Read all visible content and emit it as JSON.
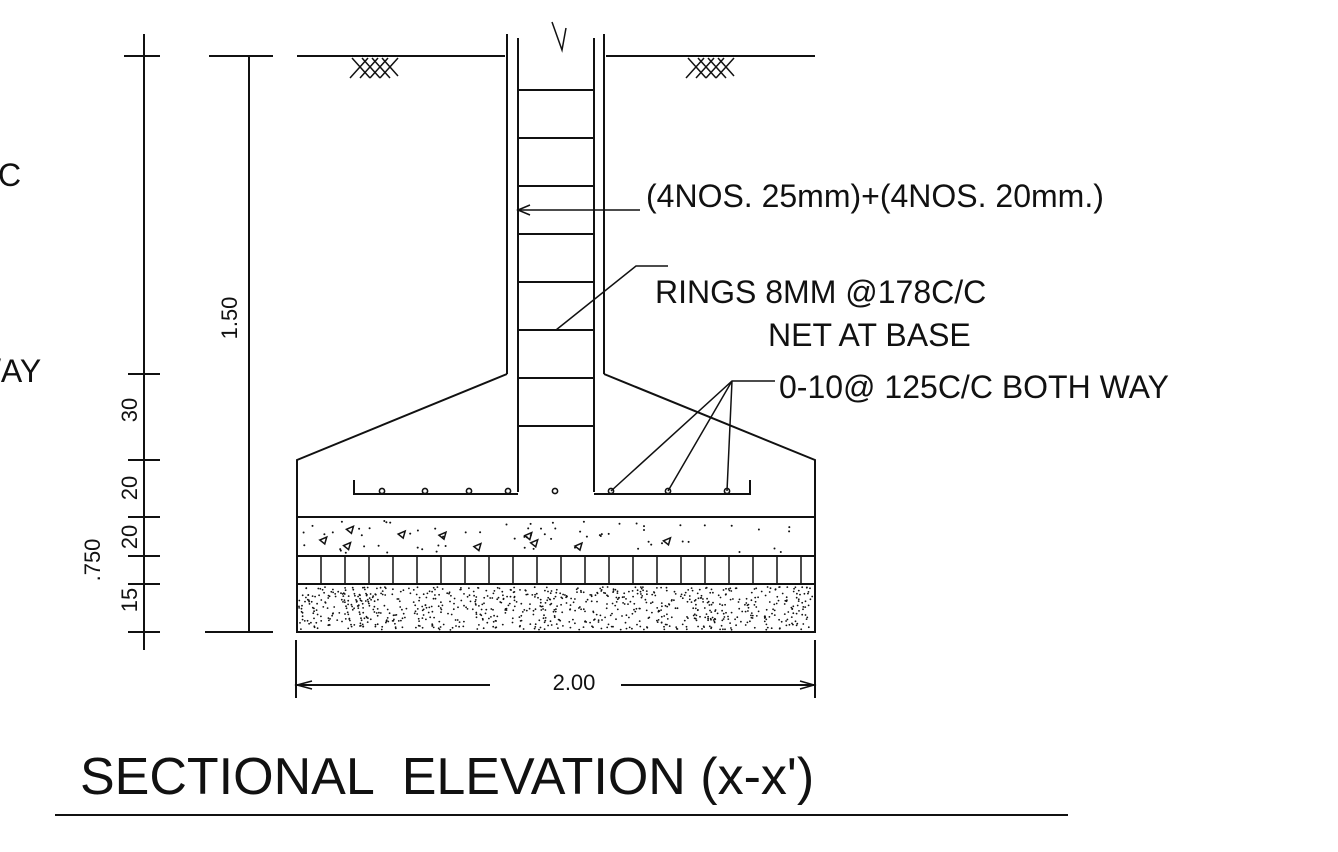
{
  "labels": {
    "rebar_note": "(4NOS. 25mm)+(4NOS. 20mm.)",
    "rings_note": "RINGS 8MM @178C/C",
    "net_note": "NET AT BASE",
    "mesh_note": "0-10@ 125C/C BOTH WAY",
    "left_partial_c": "C",
    "left_partial_way": "/AY"
  },
  "dimensions": {
    "total_height": "1.50",
    "slope_depth": "30",
    "edge_depth": "20",
    "pcc_depth": "20",
    "brick_depth": "15",
    "footing_depth": ".750",
    "base_width": "2.00"
  },
  "title": "SECTIONAL  ELEVATION (x-x')"
}
